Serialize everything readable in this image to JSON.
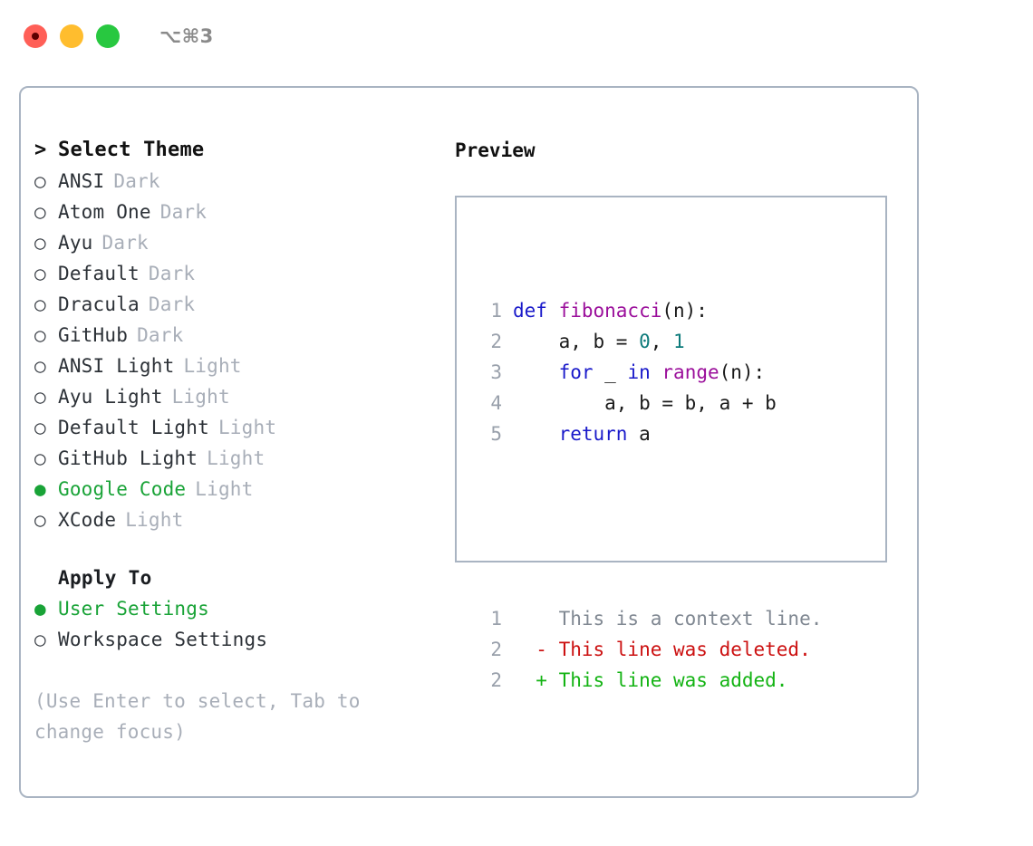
{
  "window": {
    "shortcut_label": "⌥⌘3",
    "traffic_lights": [
      {
        "name": "close",
        "color": "#ff5f57"
      },
      {
        "name": "minimize",
        "color": "#ffbd2e"
      },
      {
        "name": "maximize",
        "color": "#28c840"
      }
    ]
  },
  "theme_picker": {
    "caret": ">",
    "title": "Select Theme",
    "bullet_selected": "●",
    "bullet_unselected": "○",
    "accent_color": "#19a337",
    "items": [
      {
        "name": "ANSI",
        "tag": "Dark",
        "selected": false
      },
      {
        "name": "Atom One",
        "tag": "Dark",
        "selected": false
      },
      {
        "name": "Ayu",
        "tag": "Dark",
        "selected": false
      },
      {
        "name": "Default",
        "tag": "Dark",
        "selected": false
      },
      {
        "name": "Dracula",
        "tag": "Dark",
        "selected": false
      },
      {
        "name": "GitHub",
        "tag": "Dark",
        "selected": false
      },
      {
        "name": "ANSI Light",
        "tag": "Light",
        "selected": false
      },
      {
        "name": "Ayu Light",
        "tag": "Light",
        "selected": false
      },
      {
        "name": "Default Light",
        "tag": "Light",
        "selected": false
      },
      {
        "name": "GitHub Light",
        "tag": "Light",
        "selected": false
      },
      {
        "name": "Google Code",
        "tag": "Light",
        "selected": true
      },
      {
        "name": "XCode",
        "tag": "Light",
        "selected": false
      }
    ]
  },
  "apply_to": {
    "title": "Apply To",
    "options": [
      {
        "name": "User Settings",
        "selected": true
      },
      {
        "name": "Workspace Settings",
        "selected": false
      }
    ]
  },
  "hint": "(Use Enter to select, Tab to change focus)",
  "preview": {
    "label": "Preview",
    "code_lines": [
      {
        "lineno": "1",
        "tokens": [
          {
            "text": "def ",
            "type": "kw"
          },
          {
            "text": "fibonacci",
            "type": "fn"
          },
          {
            "text": "(n):",
            "type": "pln"
          }
        ]
      },
      {
        "lineno": "2",
        "tokens": [
          {
            "text": "    a, b = ",
            "type": "pln"
          },
          {
            "text": "0",
            "type": "num"
          },
          {
            "text": ", ",
            "type": "pln"
          },
          {
            "text": "1",
            "type": "num"
          }
        ]
      },
      {
        "lineno": "3",
        "tokens": [
          {
            "text": "    ",
            "type": "pln"
          },
          {
            "text": "for",
            "type": "kw"
          },
          {
            "text": " _ ",
            "type": "pln"
          },
          {
            "text": "in",
            "type": "kw"
          },
          {
            "text": " ",
            "type": "pln"
          },
          {
            "text": "range",
            "type": "fn"
          },
          {
            "text": "(n):",
            "type": "pln"
          }
        ]
      },
      {
        "lineno": "4",
        "tokens": [
          {
            "text": "        a, b = b, a + b",
            "type": "pln"
          }
        ]
      },
      {
        "lineno": "5",
        "tokens": [
          {
            "text": "    ",
            "type": "pln"
          },
          {
            "text": "return",
            "type": "kw"
          },
          {
            "text": " a",
            "type": "pln"
          }
        ]
      }
    ],
    "diff_lines": [
      {
        "lineno": "1",
        "marker": " ",
        "text": "This is a context line.",
        "type": "ctx"
      },
      {
        "lineno": "2",
        "marker": "-",
        "text": "This line was deleted.",
        "type": "del"
      },
      {
        "lineno": "2",
        "marker": "+",
        "text": "This line was added.",
        "type": "add"
      }
    ]
  }
}
